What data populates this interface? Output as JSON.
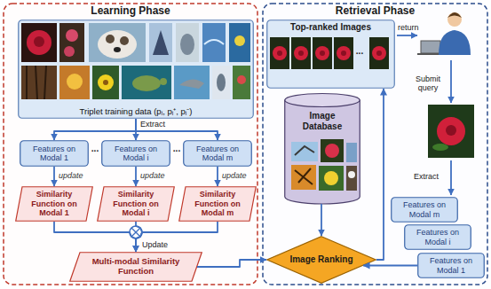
{
  "diagram": {
    "nodes": [
      {
        "text": [
          "Learning Phase"
        ]
      },
      {
        "text": [
          "Triplet training data (pᵢ, pᵢ⁺, pᵢ⁻)"
        ],
        "in": 0
      },
      {
        "text": [
          "Features on Modal 1"
        ],
        "in": 0
      },
      {
        "text": [
          "Features on Modal i"
        ],
        "in": 0
      },
      {
        "text": [
          "Features on Modal m"
        ],
        "in": 0
      },
      {
        "text": [
          "Similarity Function on Modal 1"
        ],
        "in": 0
      },
      {
        "text": [
          "Similarity Function on Modal i"
        ],
        "in": 0
      },
      {
        "text": [
          "Similarity Function on Modal m"
        ],
        "in": 0
      },
      {
        "text": [
          "Multi-modal Similarity Function"
        ],
        "in": 0
      },
      {
        "text": [
          "Retrieval Phase"
        ]
      },
      {
        "text": [
          "Top-ranked Images"
        ],
        "in": 9
      },
      {
        "text": [
          "Image Database"
        ],
        "in": 9
      },
      {
        "text": [
          "Image Ranking"
        ],
        "in": 9
      },
      {
        "text": [
          "Features on Modal m"
        ],
        "in": 9
      },
      {
        "text": [
          "Features on Modal i"
        ],
        "in": 9
      },
      {
        "text": [
          "Features on Modal 1"
        ],
        "in": 9
      }
    ],
    "edges": [
      {
        "from": 1,
        "to": 2,
        "arrow": "to"
      },
      {
        "from": 1,
        "to": 3,
        "arrow": "to"
      },
      {
        "from": 1,
        "to": 4,
        "arrow": "to"
      },
      {
        "from": 2,
        "to": 5,
        "label": "update",
        "arrow": "to"
      },
      {
        "from": 3,
        "to": 6,
        "label": "update",
        "arrow": "to"
      },
      {
        "from": 4,
        "to": 7,
        "label": "update",
        "arrow": "to"
      },
      {
        "from": 5,
        "to": 8,
        "arrow": "to"
      },
      {
        "from": 6,
        "to": 8,
        "arrow": "to"
      },
      {
        "from": 7,
        "to": 8,
        "arrow": "to"
      },
      {
        "from": 8,
        "to": 12,
        "arrow": "to"
      },
      {
        "from": 11,
        "to": 12,
        "arrow": "to"
      },
      {
        "from": 12,
        "to": 10,
        "arrow": "to"
      },
      {
        "from": 15,
        "to": 12,
        "arrow": "to"
      }
    ],
    "labels": [
      "Extract",
      "...",
      "...",
      "Update",
      "...",
      "return",
      "Submit query",
      "Extract"
    ]
  }
}
